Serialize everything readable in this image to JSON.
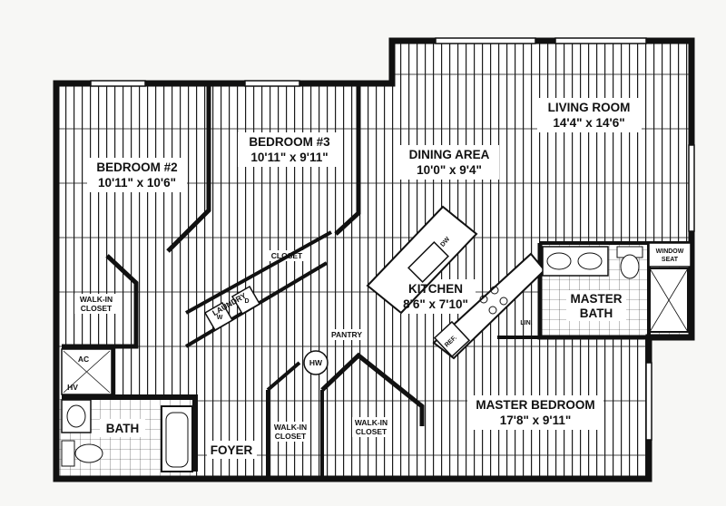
{
  "rooms": {
    "living_room": {
      "name": "LIVING ROOM",
      "size": "14'4\" x 14'6\""
    },
    "dining_area": {
      "name": "DINING AREA",
      "size": "10'0\" x 9'4\""
    },
    "bedroom_3": {
      "name": "BEDROOM #3",
      "size": "10'11\" x 9'11\""
    },
    "bedroom_2": {
      "name": "BEDROOM #2",
      "size": "10'11\" x 10'6\""
    },
    "kitchen": {
      "name": "KITCHEN",
      "size": "8'6\" x 7'10\""
    },
    "master_bath": {
      "name_line1": "MASTER",
      "name_line2": "BATH"
    },
    "master_bedroom": {
      "name": "MASTER BEDROOM",
      "size": "17'8\" x 9'11\""
    },
    "bath": {
      "name": "BATH"
    },
    "foyer": {
      "name": "FOYER"
    },
    "walkin_closet_bed2": {
      "line1": "WALK-IN",
      "line2": "CLOSET"
    },
    "walkin_closet_left": {
      "line1": "WALK-IN",
      "line2": "CLOSET"
    },
    "walkin_closet_right": {
      "line1": "WALK-IN",
      "line2": "CLOSET"
    },
    "closet": {
      "name": "CLOSET"
    },
    "laundry": {
      "name": "LAUNDRY"
    },
    "pantry": {
      "name": "PANTRY"
    },
    "window_seat": {
      "line1": "WINDOW",
      "line2": "SEAT"
    }
  },
  "fixtures": {
    "dishwasher": "DW",
    "refrigerator": "REF.",
    "linen": "LIN.",
    "water_heater": "HW",
    "ac": "AC",
    "hv": "HV",
    "washer": "W",
    "dryer": "D"
  },
  "colors": {
    "wall": "#111111",
    "floor_lines": "#222222",
    "background": "#f7f7f5"
  }
}
